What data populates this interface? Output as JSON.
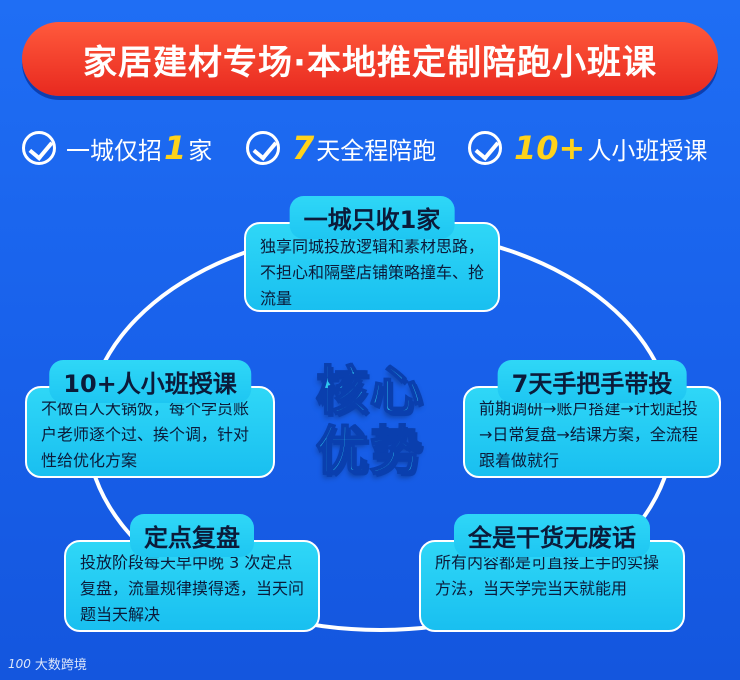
{
  "banner": {
    "title": "家居建材专场·本地推定制陪跑小班课"
  },
  "features": [
    {
      "pre": "一城仅招",
      "hl": "1",
      "post": "家"
    },
    {
      "pre": "",
      "hl": "7",
      "post": "天全程陪跑"
    },
    {
      "pre": "",
      "hl": "10+",
      "post": "人小班授课"
    }
  ],
  "core": {
    "line1": "核心",
    "line2": "优势"
  },
  "cards": [
    {
      "title": "一城只收1家",
      "body": "独享同城投放逻辑和素材思路，不担心和隔壁店铺策略撞车、抢流量"
    },
    {
      "title": "10+人小班授课",
      "body": "不做百人大锅饭，每个学员账户老师逐个过、挨个调，针对性给优化方案"
    },
    {
      "title": "7天手把手带投",
      "body": "前期调研→账户搭建→计划起投→日常复盘→结课方案，全流程跟着做就行"
    },
    {
      "title": "定点复盘",
      "body": "投放阶段每天早中晚 3 次定点复盘，流量规律摸得透，当天问题当天解决"
    },
    {
      "title": "全是干货无废话",
      "body": "所有内容都是可直接上手的实操方法，当天学完当天就能用"
    }
  ],
  "watermark": {
    "logo": "100",
    "text": "大数跨境"
  },
  "colors": {
    "banner": "#e8291f",
    "highlight": "#ffd21a",
    "card": "#1ec6f2",
    "background": "#1860ea"
  }
}
